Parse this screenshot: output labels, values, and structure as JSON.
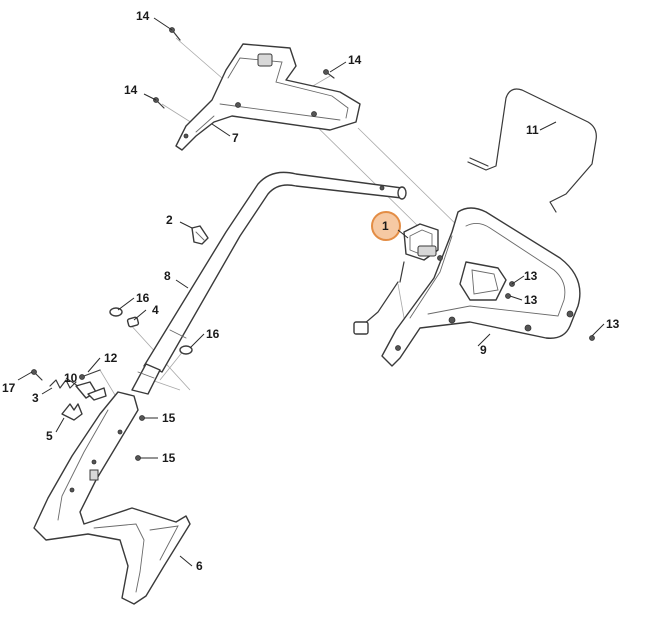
{
  "diagram": {
    "highlight_color": "#f0a060",
    "labels": {
      "p1": "1",
      "p2": "2",
      "p3": "3",
      "p4": "4",
      "p5": "5",
      "p6": "6",
      "p7": "7",
      "p8": "8",
      "p9": "9",
      "p10": "10",
      "p11": "11",
      "p12": "12",
      "p13a": "13",
      "p13b": "13",
      "p13c": "13",
      "p14a": "14",
      "p14b": "14",
      "p14c": "14",
      "p15a": "15",
      "p15b": "15",
      "p16a": "16",
      "p16b": "16",
      "p17": "17"
    }
  }
}
